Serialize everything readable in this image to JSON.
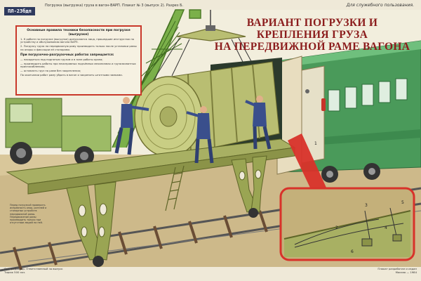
{
  "header": {
    "top_left_text": "Погрузка (выгрузка) груза в вагон-ВАРП. Плакат № 3 (выпуск 2). Разрез Б.",
    "top_right_text": "Для служебного пользования.",
    "poster_code": "ПЛ-23бдп"
  },
  "title": {
    "line1": "ВАРИАНТ ПОГРУЗКИ И КРЕПЛЕНИЯ ГРУЗА",
    "line2": "НА ПЕРЕДВИЖНОЙ РАМЕ ВАГОНА"
  },
  "safety_box": {
    "heading": "Основные правила техники безопасности при погрузке (выгрузке)",
    "intro": "1. К работе по погрузке (выгрузке) допускаются лица, прошедшие инструктаж по устройству и обслуживанию вагона ВАРП.",
    "item2": "2. Погрузку груза на передвижную раму производить только после установки рамы на опоры и фиксации её стопорами.",
    "subheading": "При погрузочно-разгрузочных работах запрещается:",
    "item3": "— находиться под поднятым грузом и в зоне работы крана;",
    "item4": "— производить работы при неисправных подъёмных механизмах и грузозахватных приспособлениях;",
    "item5": "— оставлять груз на раме без закрепления;",
    "item6": "По окончании работ раму убрать в вагон и закрепить штатными замками."
  },
  "side_note": "Перед погрузкой проверить исправность опор, ригелей и стопорных устройств передвижной рамы. Передвижение рамы производить только при отсутствии людей на ней.",
  "callouts": [
    "1",
    "2",
    "3",
    "4",
    "5",
    "6"
  ],
  "footer": {
    "left_line1": "Отв. редактор. Ответственный за выпуск",
    "left_line2": "Тираж 500 экз.",
    "right_line1": "Плакат разработан и издан",
    "right_line2": "Москва — 1984"
  },
  "colors": {
    "background": "#efe9d8",
    "title_red": "#8b1c1c",
    "frame_green": "#9aa553",
    "crane_green": "#7bb04a",
    "wagon_green": "#4a9a5a",
    "cargo_green": "#b9be72",
    "worker_blue": "#3a4f8c",
    "callout_red": "#d8322a"
  }
}
